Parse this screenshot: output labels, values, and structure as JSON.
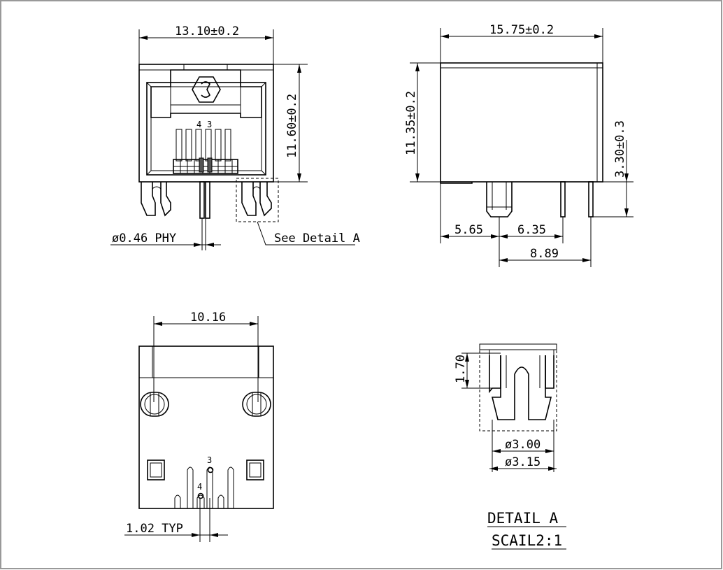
{
  "dimensions": {
    "front_width": "13.10±0.2",
    "front_height": "11.60±0.2",
    "pin_diameter": "ø0.46 PHY",
    "see_detail": "See Detail A",
    "side_width": "15.75±0.2",
    "side_height": "11.35±0.2",
    "pin_length": "3.30±0.3",
    "d_565": "5.65",
    "d_635": "6.35",
    "d_889": "8.89",
    "bottom_span": "10.16",
    "pin_pitch": "1.02 TYP",
    "detail_height": "1.70",
    "detail_d300": "ø3.00",
    "detail_d315": "ø3.15"
  },
  "pin_labels": {
    "front_4": "4",
    "front_3": "3",
    "bottom_3": "3",
    "bottom_4": "4"
  },
  "detail": {
    "title": "DETAIL A",
    "scale": "SCAIL2:1"
  },
  "colors": {
    "line": "#000000",
    "background": "#ffffff",
    "frame": "#999999"
  }
}
